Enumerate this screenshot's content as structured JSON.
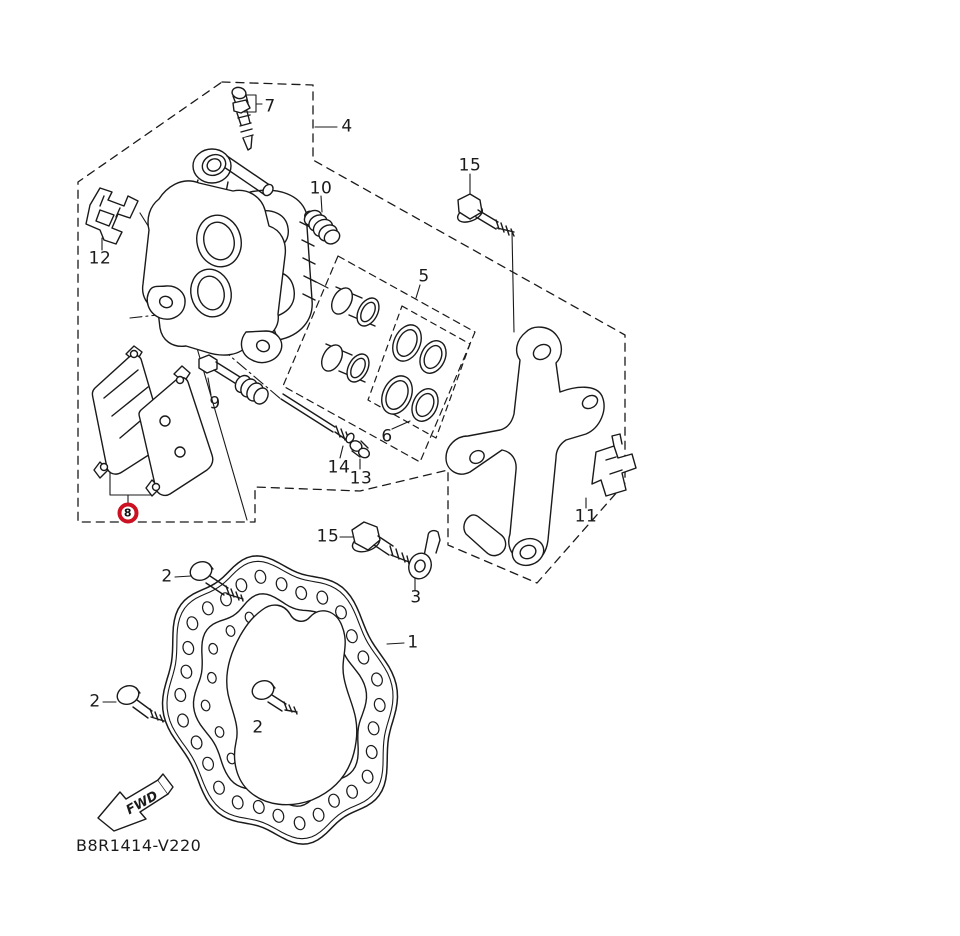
{
  "labels": {
    "p1": "1",
    "p2a": "2",
    "p2b": "2",
    "p2c": "2",
    "p3": "3",
    "p4": "4",
    "p5": "5",
    "p6": "6",
    "p7": "7",
    "p8": "8",
    "p9": "9",
    "p10": "10",
    "p11": "11",
    "p12": "12",
    "p13": "13",
    "p14": "14",
    "p15a": "15",
    "p15b": "15"
  },
  "footer": {
    "diagram_code": "B8R1414-V220",
    "fwd_label": "FWD"
  },
  "colors": {
    "line": "#1a1a1a",
    "background": "#ffffff",
    "highlight_ring": "#cc1122"
  }
}
